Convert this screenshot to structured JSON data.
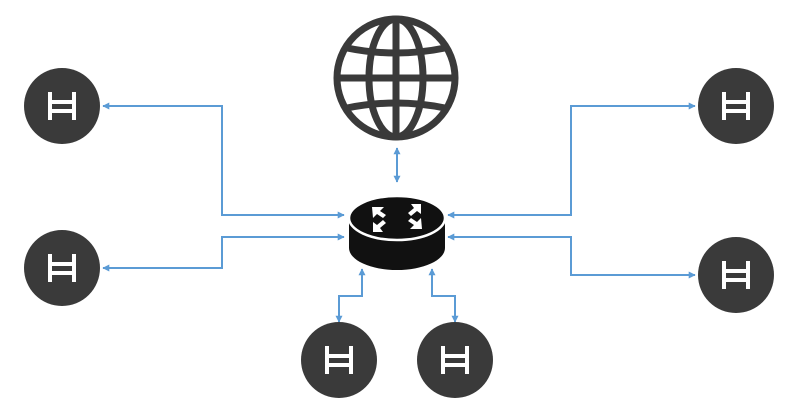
{
  "diagram": {
    "type": "network-topology",
    "center": {
      "icon": "router-icon"
    },
    "uplink": {
      "icon": "globe-icon"
    },
    "node_icon": "hbar-icon",
    "colors": {
      "link": "#5b9bd5",
      "node": "#3a3a3a",
      "router": "#111111",
      "globe": "#3a3a3a"
    },
    "nodes": [
      {
        "id": "left-top"
      },
      {
        "id": "left-bottom"
      },
      {
        "id": "right-top"
      },
      {
        "id": "right-bottom"
      },
      {
        "id": "bottom-left"
      },
      {
        "id": "bottom-right"
      }
    ]
  }
}
